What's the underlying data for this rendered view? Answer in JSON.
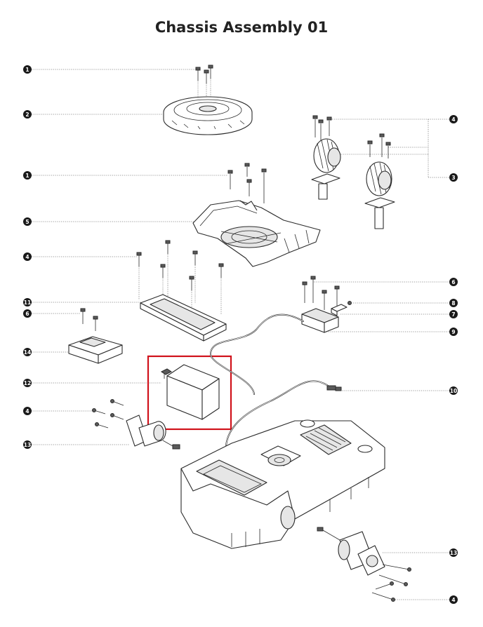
{
  "title": "Chassis Assembly 01",
  "highlight_color": "#d0121b",
  "callouts": {
    "c1a": "1",
    "c2": "2",
    "c1b": "1",
    "c5": "5",
    "c4a": "4",
    "c11": "11",
    "c6a": "6",
    "c14": "14",
    "c12": "12",
    "c4b": "4",
    "c13a": "13",
    "c4c": "4",
    "c3": "3",
    "c6b": "6",
    "c8": "8",
    "c7": "7",
    "c9": "9",
    "c10": "10",
    "c13b": "13",
    "c4d": "4"
  }
}
